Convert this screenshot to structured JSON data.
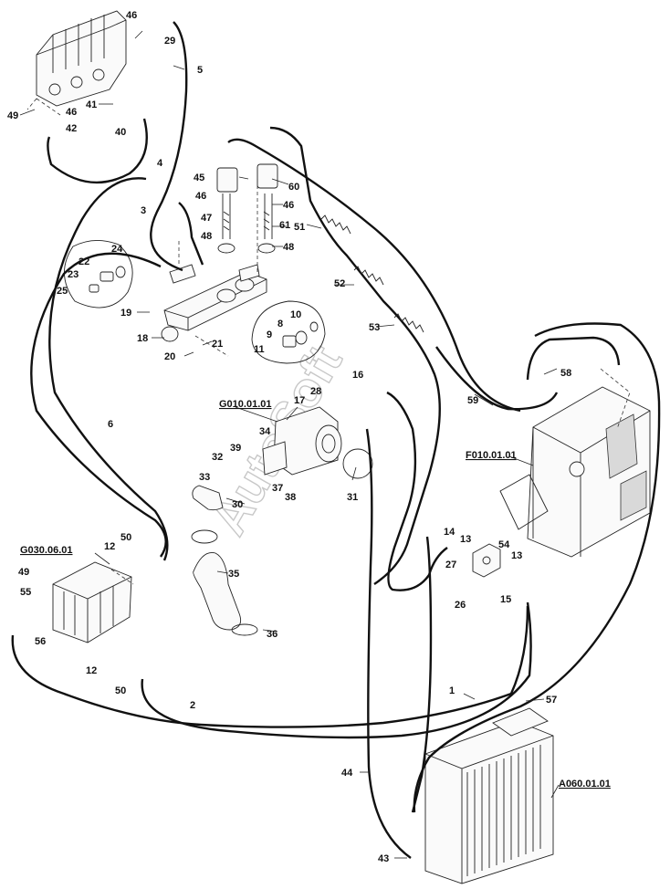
{
  "watermark": "AutoSoft",
  "assembly_refs": [
    "G010.01.01",
    "F010.01.01",
    "G030.06.01",
    "A060.01.01"
  ],
  "callouts": [
    "46",
    "29",
    "5",
    "49",
    "46",
    "41",
    "40",
    "42",
    "4",
    "45",
    "60",
    "46",
    "46",
    "47",
    "61",
    "48",
    "48",
    "3",
    "51",
    "24",
    "22",
    "23",
    "25",
    "52",
    "19",
    "10",
    "8",
    "9",
    "53",
    "11",
    "18",
    "21",
    "20",
    "16",
    "58",
    "28",
    "17",
    "59",
    "34",
    "39",
    "32",
    "37",
    "33",
    "38",
    "31",
    "30",
    "6",
    "14",
    "13",
    "54",
    "50",
    "27",
    "13",
    "12",
    "35",
    "49",
    "26",
    "15",
    "55",
    "56",
    "36",
    "12",
    "50",
    "2",
    "1",
    "57",
    "44",
    "43"
  ]
}
